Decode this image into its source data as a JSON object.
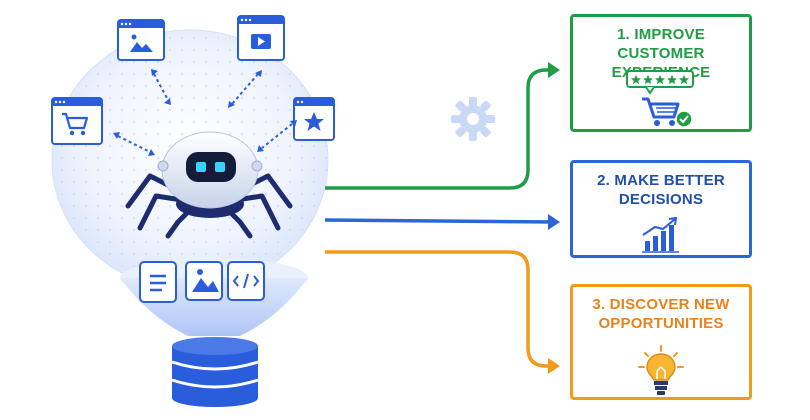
{
  "colors": {
    "green": "#1f9d44",
    "blue": "#2a66d8",
    "orange": "#f29a1b",
    "icon_blue": "#2a5ddc",
    "gear": "#c9d8f5"
  },
  "outcomes": [
    {
      "number": "1.",
      "title": "IMPROVE CUSTOMER EXPERIENCE",
      "line1": "1. IMPROVE CUSTOMER",
      "line2": "EXPERIENCE",
      "icon": "cart-with-rating-icon"
    },
    {
      "number": "2.",
      "title": "MAKE BETTER DECISIONS",
      "line1": "2. MAKE BETTER",
      "line2": "DECISIONS",
      "icon": "growth-chart-icon"
    },
    {
      "number": "3.",
      "title": "DISCOVER NEW OPPORTUNITIES",
      "line1": "3. DISCOVER NEW",
      "line2": "OPPORTUNITIES",
      "icon": "lightbulb-icon"
    }
  ],
  "source_icons": [
    "image-window-icon",
    "video-window-icon",
    "cart-window-icon",
    "star-window-icon"
  ],
  "funnel_icons": [
    "document-icon",
    "image-icon",
    "code-icon"
  ],
  "rating_stars": 5
}
